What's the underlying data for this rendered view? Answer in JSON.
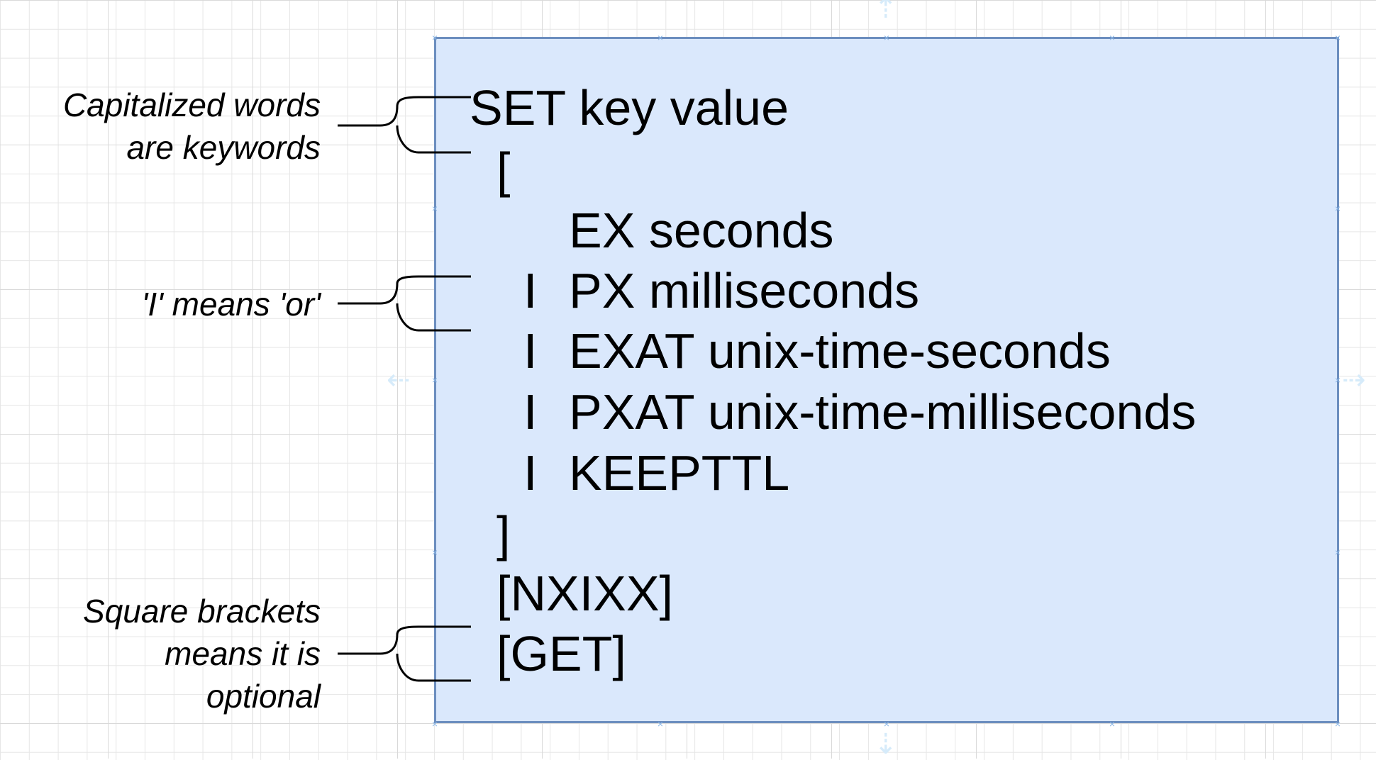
{
  "diagram": {
    "syntax_lines": [
      "SET key value",
      "[",
      "EX seconds",
      "PX milliseconds",
      "EXAT unix-time-seconds",
      "PXAT unix-time-milliseconds",
      "KEEPTTL",
      "]",
      "[NXIXX]",
      "[GET]"
    ],
    "or_marker": "I",
    "annotations": [
      [
        "Capitalized words",
        "are keywords"
      ],
      [
        "'I' means 'or'"
      ],
      [
        "Square brackets",
        "means it is",
        "optional"
      ]
    ]
  },
  "colors": {
    "box_fill": "#dae8fc",
    "box_border": "#6c8ebf",
    "grid": "#e6e6e6"
  }
}
